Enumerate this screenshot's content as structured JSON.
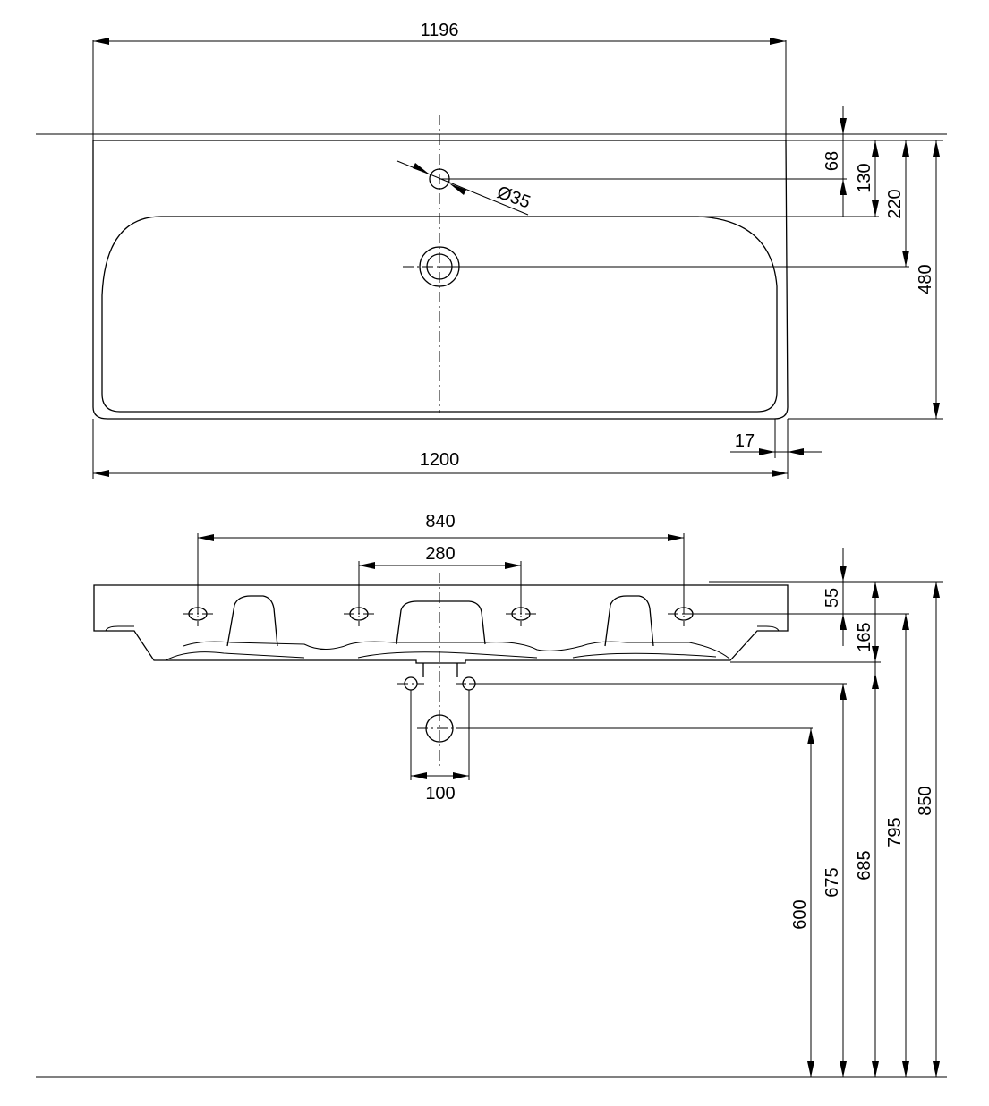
{
  "colors": {
    "line": "#000000",
    "background": "#ffffff"
  },
  "top_view": {
    "width_top": "1196",
    "width_bottom": "1200",
    "hole_diameter": "Ø35",
    "dim_68": "68",
    "dim_130": "130",
    "dim_220": "220",
    "dim_480": "480",
    "dim_17": "17"
  },
  "front_view": {
    "dim_840": "840",
    "dim_280": "280",
    "dim_100": "100",
    "dim_55": "55",
    "dim_165": "165",
    "dim_600": "600",
    "dim_675": "675",
    "dim_685": "685",
    "dim_795": "795",
    "dim_850": "850"
  }
}
